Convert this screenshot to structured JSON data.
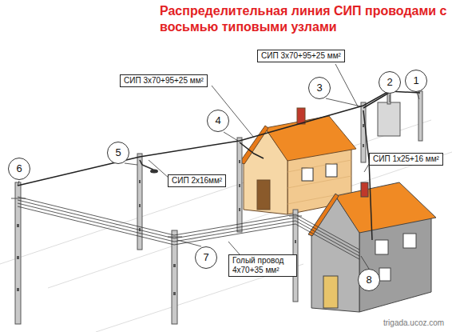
{
  "diagram": {
    "title": "Распределительная линия СИП проводами с восьмью типовыми узлами",
    "nodes": [
      {
        "text": [
          "СИП 3х70+95+25 мм²"
        ]
      },
      {
        "text": [
          "СИП 3х70+95+25 мм²"
        ]
      },
      {
        "text": [
          "СИП 1х25+16 мм²"
        ]
      },
      {
        "text": [
          "СИП 2х16мм²"
        ]
      },
      {
        "text": [
          "Голый провод 4х70+35 мм²"
        ]
      }
    ],
    "labels": [
      "1",
      "2",
      "3",
      "4",
      "5",
      "6",
      "7",
      "8",
      "trigada.ucoz.com"
    ]
  }
}
